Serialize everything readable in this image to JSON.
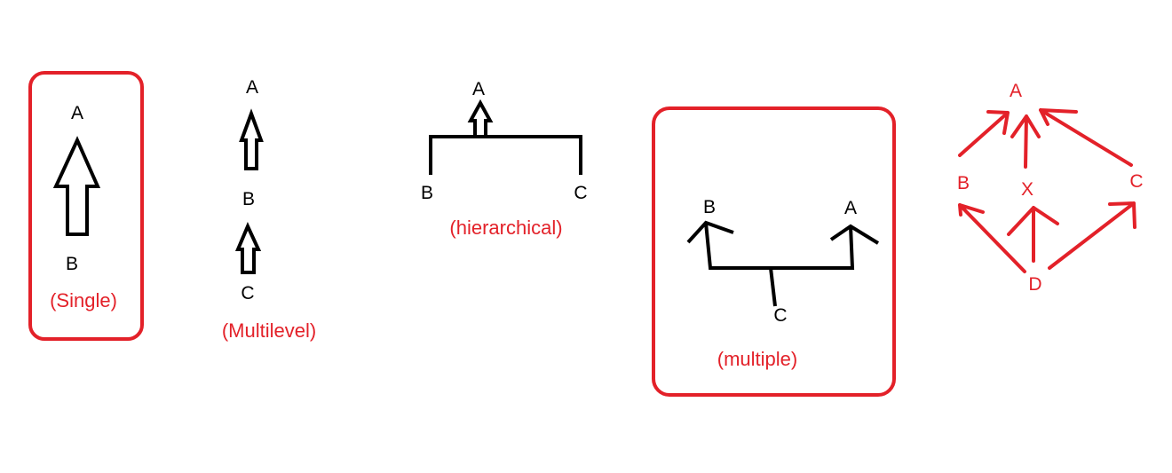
{
  "colors": {
    "ink": "#000000",
    "accent": "#e32129",
    "background": "#ffffff"
  },
  "single": {
    "top": "A",
    "bottom": "B",
    "caption": "(Single)"
  },
  "multilevel": {
    "top": "A",
    "middle": "B",
    "bottom": "C",
    "caption": "(Multilevel)"
  },
  "hierarchical": {
    "parent": "A",
    "left": "B",
    "right": "C",
    "caption": "(hierarchical)"
  },
  "multiple": {
    "left_parent": "B",
    "right_parent": "A",
    "child": "C",
    "caption": "(multiple)"
  },
  "hybrid": {
    "top": "A",
    "left": "B",
    "center": "X",
    "right": "C",
    "bottom": "D"
  }
}
